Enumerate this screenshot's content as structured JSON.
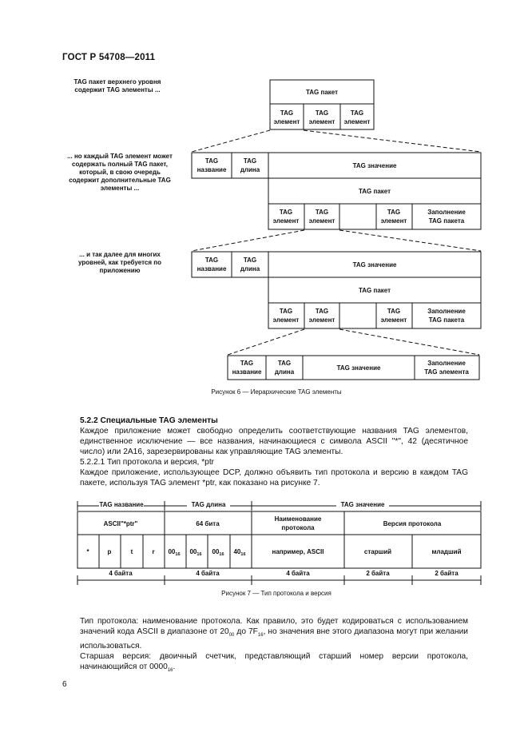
{
  "header": {
    "doc_code": "ГОСТ Р 54708—2011"
  },
  "figure6": {
    "notes": {
      "top": "TAG пакет верхнего уровня содержит TAG элементы ...",
      "middle": "... но каждый TAG элемент может содержать полный TAG пакет, который, в свою очередь содержит дополнительные TAG элементы ...",
      "bottom": "... и так далее для многих уровней, как требуется по приложению"
    },
    "labels": {
      "tag_packet": "TAG пакет",
      "tag_element_l1": "TAG",
      "tag_element_l2": "элемент",
      "tag_name_l1": "TAG",
      "tag_name_l2": "название",
      "tag_len_l1": "TAG",
      "tag_len_l2": "длина",
      "tag_value": "TAG значение",
      "fill_l1": "Заполнение",
      "fill_packet_l2": "TAG пакета",
      "fill_elements_l2": "TAG элемента"
    },
    "caption": "Рисунок 6 — Иерархические TAG элементы"
  },
  "section": {
    "heading": "5.2.2 Специальные TAG элементы",
    "p1": "Каждое приложение может свободно определить соответствующие названия TAG элементов, единственное исключение — все названия, начинающиеся с символа ASCII \"*\", 42 (десятичное число) или 2A16, зарезервированы как управляющие TAG элементы.",
    "sub_heading": "5.2.2.1 Тип протокола и версия, *ptr",
    "p2": "Каждое приложение, использующее DCP, должно объявить тип протокола и версию в каждом TAG пакете, используя TAG элемент *ptr, как показано на рисунке 7."
  },
  "figure7": {
    "top_labels": {
      "name": "TAG название",
      "length": "TAG длина",
      "value": "TAG значение"
    },
    "row1": {
      "name": "ASCII\"*ptr\"",
      "length": "64 бита",
      "protocol_name_l1": "Наименование",
      "protocol_name_l2": "протокола",
      "version": "Версия протокола"
    },
    "row2": {
      "chars": [
        "*",
        "p",
        "t",
        "r"
      ],
      "bytes": [
        {
          "main": "00",
          "sub": "16"
        },
        {
          "main": "00",
          "sub": "16"
        },
        {
          "main": "00",
          "sub": "16"
        },
        {
          "main": "40",
          "sub": "16"
        }
      ],
      "example": "например, ASCII",
      "major": "старший",
      "minor": "младший"
    },
    "bottom_labels": [
      "4 байта",
      "4 байта",
      "4 байта",
      "2 байта",
      "2 байта"
    ],
    "caption": "Рисунок 7 — Тип протокола и версия"
  },
  "definitions": {
    "type_term": "Тип протокола:",
    "type_text_a": "наименование протокола. Как правило, это будет кодироваться с использованием значений кода ASCII в диапазоне от 20",
    "type_sub1": "00",
    "type_text_b": " до 7F",
    "type_sub2": "16",
    "type_text_c": ", но значения вне этого диапазона могут при желании использоваться.",
    "major_term": "Старшая версия:",
    "major_text_a": "двоичный счетчик, представляющий старший номер версии протокола, начинающийся от 0000",
    "major_sub": "16",
    "major_text_b": "."
  },
  "page_number": "6"
}
